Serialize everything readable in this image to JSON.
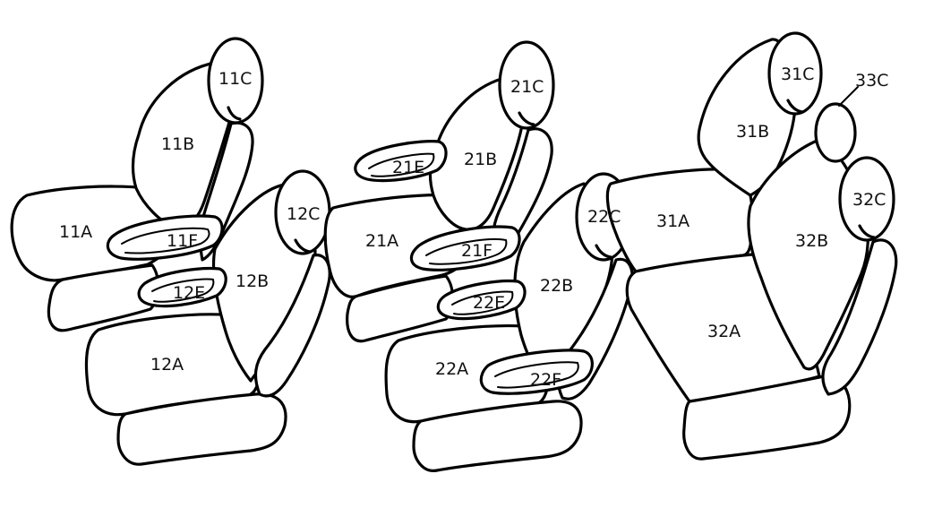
{
  "labels": {
    "p11A": "11A",
    "p11B": "11B",
    "p11C": "11C",
    "p11F": "11F",
    "p12A": "12A",
    "p12B": "12B",
    "p12C": "12C",
    "p12E": "12E",
    "p21A": "21A",
    "p21B": "21B",
    "p21C": "21C",
    "p21E": "21E",
    "p21F": "21F",
    "p22A": "22A",
    "p22B": "22B",
    "p22C": "22C",
    "p22E": "22E",
    "p22F": "22F",
    "p31A": "31A",
    "p31B": "31B",
    "p31C": "31C",
    "p32A": "32A",
    "p32B": "32B",
    "p32C": "32C",
    "p33C": "33C"
  }
}
